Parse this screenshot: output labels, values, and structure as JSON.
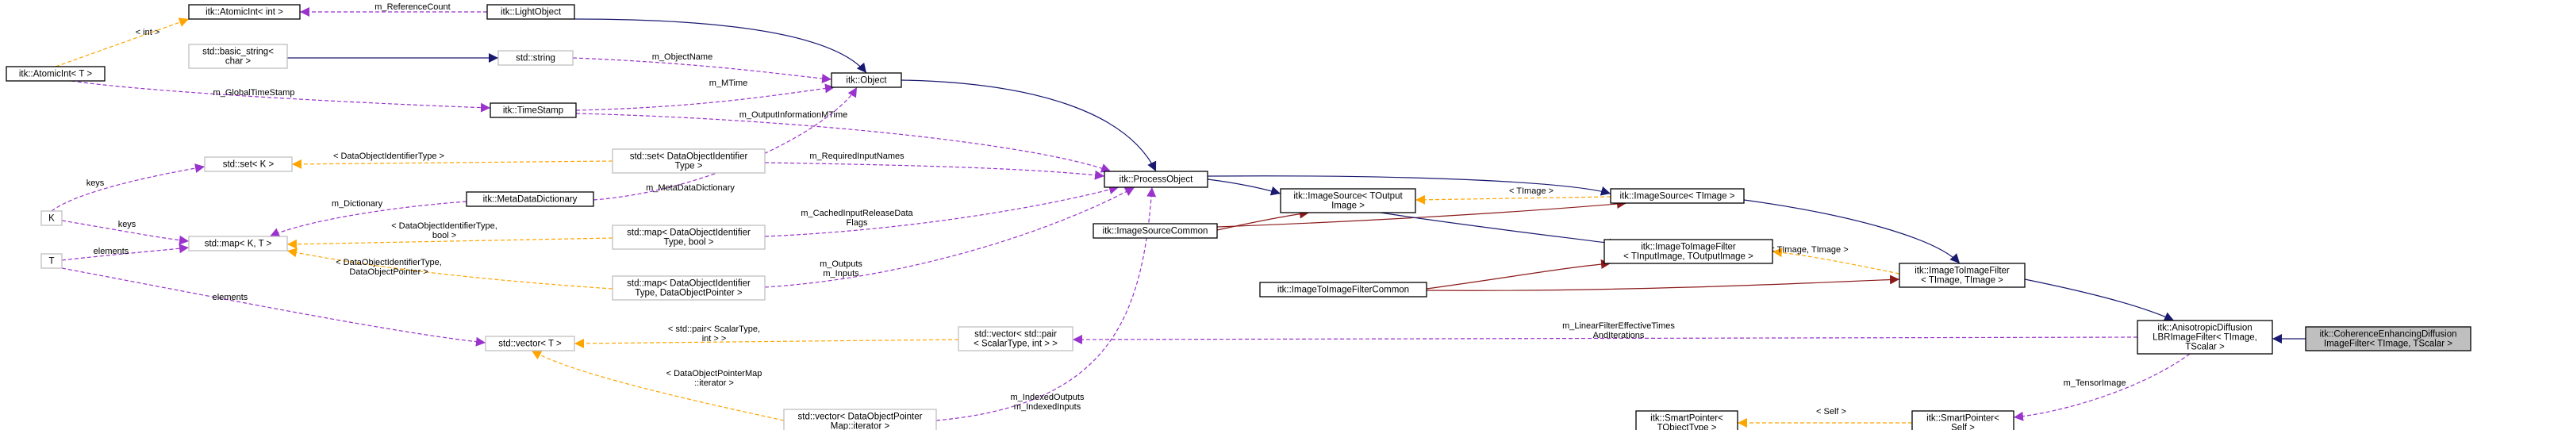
{
  "colors": {
    "inheritance": "#191970",
    "protected_inheritance": "#8b1a1a",
    "usage": "#9a32cd",
    "template": "#ffa500"
  },
  "nodes": [
    {
      "id": "atomicint-int",
      "lines": [
        "itk::AtomicInt< int >"
      ],
      "style": "normal"
    },
    {
      "id": "lightobject",
      "lines": [
        "itk::LightObject"
      ],
      "style": "normal"
    },
    {
      "id": "atomicint-t",
      "lines": [
        "itk::AtomicInt< T >"
      ],
      "style": "normal"
    },
    {
      "id": "basic-string",
      "lines": [
        "std::basic_string<",
        "char >"
      ],
      "style": "gray"
    },
    {
      "id": "std-string",
      "lines": [
        "std::string"
      ],
      "style": "gray"
    },
    {
      "id": "object",
      "lines": [
        "itk::Object"
      ],
      "style": "normal"
    },
    {
      "id": "timestamp",
      "lines": [
        "itk::TimeStamp"
      ],
      "style": "normal"
    },
    {
      "id": "set-k",
      "lines": [
        "std::set< K >"
      ],
      "style": "gray"
    },
    {
      "id": "set-dataobjectid",
      "lines": [
        "std::set< DataObjectIdentifier",
        "Type >"
      ],
      "style": "gray"
    },
    {
      "id": "processobject",
      "lines": [
        "itk::ProcessObject"
      ],
      "style": "normal"
    },
    {
      "id": "k",
      "lines": [
        "K"
      ],
      "style": "gray"
    },
    {
      "id": "metadatadictionary",
      "lines": [
        "itk::MetaDataDictionary"
      ],
      "style": "normal"
    },
    {
      "id": "map-k-t",
      "lines": [
        "std::map< K, T >"
      ],
      "style": "gray"
    },
    {
      "id": "map-dataobjectid-bool",
      "lines": [
        "std::map< DataObjectIdentifier",
        "Type, bool >"
      ],
      "style": "gray"
    },
    {
      "id": "t",
      "lines": [
        "T"
      ],
      "style": "gray"
    },
    {
      "id": "map-dataobjectid-pointer",
      "lines": [
        "std::map< DataObjectIdentifier",
        "Type, DataObjectPointer >"
      ],
      "style": "gray"
    },
    {
      "id": "vector-t",
      "lines": [
        "std::vector< T >"
      ],
      "style": "gray"
    },
    {
      "id": "vector-pair",
      "lines": [
        "std::vector< std::pair",
        "< ScalarType, int > >"
      ],
      "style": "gray"
    },
    {
      "id": "vector-iterator",
      "lines": [
        "std::vector< DataObjectPointer",
        "Map::iterator >"
      ],
      "style": "gray"
    },
    {
      "id": "imagesource-toutput",
      "lines": [
        "itk::ImageSource< TOutput",
        "Image >"
      ],
      "style": "normal"
    },
    {
      "id": "imagesourcecommon",
      "lines": [
        "itk::ImageSourceCommon"
      ],
      "style": "normal"
    },
    {
      "id": "imagesource-timage",
      "lines": [
        "itk::ImageSource< TImage >"
      ],
      "style": "normal"
    },
    {
      "id": "imagetoimagefilter-tin",
      "lines": [
        "itk::ImageToImageFilter",
        "< TInputImage, TOutputImage >"
      ],
      "style": "normal"
    },
    {
      "id": "imagetoimagefiltercommon",
      "lines": [
        "itk::ImageToImageFilterCommon"
      ],
      "style": "normal"
    },
    {
      "id": "imagetoimagefilter-timage",
      "lines": [
        "itk::ImageToImageFilter",
        "< TImage, TImage >"
      ],
      "style": "normal"
    },
    {
      "id": "anisotropic",
      "lines": [
        "itk::AnisotropicDiffusion",
        "LBRImageFilter< TImage,",
        "TScalar >"
      ],
      "style": "normal"
    },
    {
      "id": "coherence",
      "lines": [
        "itk::CoherenceEnhancingDiffusion",
        "ImageFilter< TImage, TScalar >"
      ],
      "style": "dark-fill"
    },
    {
      "id": "smartpointer-tobject",
      "lines": [
        "itk::SmartPointer<",
        "TObjectType >"
      ],
      "style": "normal"
    },
    {
      "id": "smartpointer-self",
      "lines": [
        "itk::SmartPointer<",
        "Self >"
      ],
      "style": "normal"
    }
  ],
  "edges": [
    {
      "id": "e-atomicint-int-lightobject",
      "kind": "usage",
      "lines": [
        "m_ReferenceCount"
      ]
    },
    {
      "id": "e-atomicint-t-atomicint-int",
      "kind": "template",
      "lines": [
        "< int >"
      ]
    },
    {
      "id": "e-lightobject-object",
      "kind": "inheritance",
      "lines": []
    },
    {
      "id": "e-basic-string-std-string",
      "kind": "inheritance",
      "lines": []
    },
    {
      "id": "e-std-string-object",
      "kind": "usage",
      "lines": [
        "m_ObjectName"
      ]
    },
    {
      "id": "e-timestamp-object",
      "kind": "usage",
      "lines": [
        "m_MTime"
      ]
    },
    {
      "id": "e-atomicint-t-timestamp",
      "kind": "usage",
      "lines": [
        "m_GlobalTimeStamp"
      ]
    },
    {
      "id": "e-object-processobject",
      "kind": "inheritance",
      "lines": []
    },
    {
      "id": "e-timestamp-processobject",
      "kind": "usage",
      "lines": [
        "m_OutputInformationMTime"
      ]
    },
    {
      "id": "e-set-k-set-dataobjectid",
      "kind": "template",
      "lines": [
        "< DataObjectIdentifierType >"
      ]
    },
    {
      "id": "e-set-dataobjectid-processobject",
      "kind": "usage",
      "lines": [
        "m_RequiredInputNames"
      ]
    },
    {
      "id": "e-k-set-k",
      "kind": "usage",
      "lines": [
        "keys"
      ]
    },
    {
      "id": "e-k-map-k-t",
      "kind": "usage",
      "lines": [
        "keys"
      ]
    },
    {
      "id": "e-map-k-t-metadatadictionary",
      "kind": "usage",
      "lines": [
        "m_Dictionary"
      ]
    },
    {
      "id": "e-metadatadictionary-object",
      "kind": "usage",
      "lines": [
        "m_MetaDataDictionary"
      ]
    },
    {
      "id": "e-map-k-t-map-dataobjectid-bool",
      "kind": "template",
      "lines": [
        "< DataObjectIdentifierType,",
        "bool >"
      ]
    },
    {
      "id": "e-map-dataobjectid-bool-processobject",
      "kind": "usage",
      "lines": [
        "m_CachedInputReleaseData",
        "Flags"
      ]
    },
    {
      "id": "e-t-map-k-t",
      "kind": "usage",
      "lines": [
        "elements"
      ]
    },
    {
      "id": "e-map-k-t-map-dataobjectid-pointer",
      "kind": "template",
      "lines": [
        "< DataObjectIdentifierType,",
        "DataObjectPointer >"
      ]
    },
    {
      "id": "e-map-dataobjectid-pointer-processobject",
      "kind": "usage",
      "lines": [
        "m_Outputs",
        "m_Inputs"
      ]
    },
    {
      "id": "e-t-vector-t",
      "kind": "usage",
      "lines": [
        "elements"
      ]
    },
    {
      "id": "e-vector-t-vector-pair",
      "kind": "template",
      "lines": [
        "< std::pair< ScalarType,",
        "int > >"
      ]
    },
    {
      "id": "e-vector-t-vector-iterator",
      "kind": "template",
      "lines": [
        "< DataObjectPointerMap",
        "::iterator >"
      ]
    },
    {
      "id": "e-vector-iterator-processobject",
      "kind": "usage",
      "lines": [
        "m_IndexedOutputs",
        "m_IndexedInputs"
      ]
    },
    {
      "id": "e-processobject-imagesource-toutput",
      "kind": "inheritance",
      "lines": []
    },
    {
      "id": "e-imagesourcecommon-imagesource-toutput",
      "kind": "protected_inheritance",
      "lines": []
    },
    {
      "id": "e-processobject-imagesource-timage",
      "kind": "inheritance",
      "lines": []
    },
    {
      "id": "e-imagesourcecommon-imagesource-timage",
      "kind": "protected_inheritance",
      "lines": []
    },
    {
      "id": "e-imagesource-toutput-imagesource-timage",
      "kind": "template",
      "lines": [
        "< TImage >"
      ]
    },
    {
      "id": "e-imagesource-toutput-imagetoimagefilter-tin",
      "kind": "inheritance",
      "lines": []
    },
    {
      "id": "e-imagetoimagefiltercommon-imagetoimagefilter-tin",
      "kind": "protected_inheritance",
      "lines": []
    },
    {
      "id": "e-imagetoimagefilter-tin-imagetoimagefilter-timage",
      "kind": "template",
      "lines": [
        "< TImage, TImage >"
      ]
    },
    {
      "id": "e-imagesource-timage-imagetoimagefilter-timage",
      "kind": "inheritance",
      "lines": []
    },
    {
      "id": "e-imagetoimagefiltercommon-imagetoimagefilter-timage",
      "kind": "protected_inheritance",
      "lines": []
    },
    {
      "id": "e-imagetoimagefilter-timage-anisotropic",
      "kind": "inheritance",
      "lines": []
    },
    {
      "id": "e-vector-pair-anisotropic",
      "kind": "usage",
      "lines": [
        "m_LinearFilterEffectiveTimes",
        "AndIterations"
      ]
    },
    {
      "id": "e-smartpointer-tobject-smartpointer-self",
      "kind": "template",
      "lines": [
        "< Self >"
      ]
    },
    {
      "id": "e-anisotropic-smartpointer-self",
      "kind": "usage",
      "lines": [
        "m_TensorImage"
      ]
    },
    {
      "id": "e-anisotropic-coherence",
      "kind": "inheritance",
      "lines": []
    }
  ]
}
